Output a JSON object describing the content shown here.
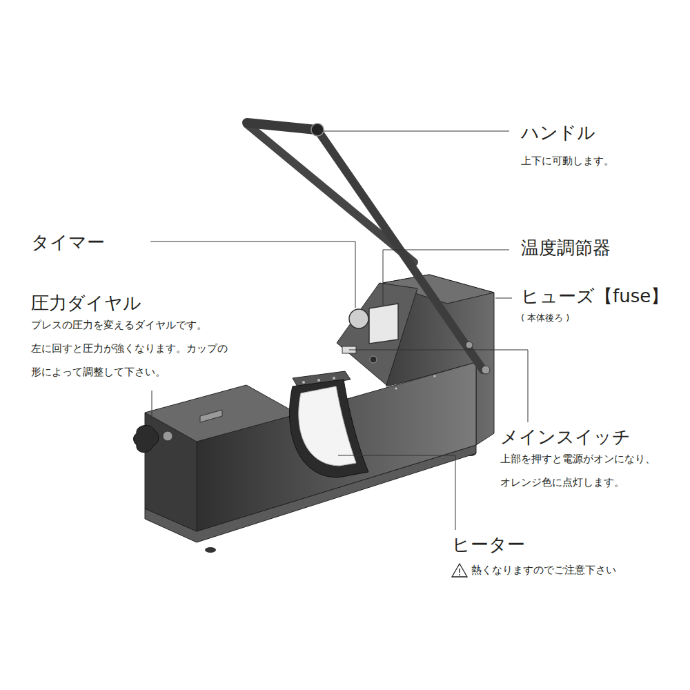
{
  "diagram": {
    "labels": [
      "ハンドル",
      "上下に可動します。",
      "タイマー",
      "温度調節器",
      "ヒューズ【fuse】",
      "( 本体後ろ )",
      "圧力ダイヤル",
      "プレスの圧力を変えるダイヤルです。 左に回すと圧力が強くなります。カップの 形によって調整して下さい。",
      "メインスイッチ",
      "上部を押すと電源がオンになり、 オレンジ色に点灯します。",
      "ヒーター",
      "熱くなりますのでご注意下さい"
    ]
  }
}
